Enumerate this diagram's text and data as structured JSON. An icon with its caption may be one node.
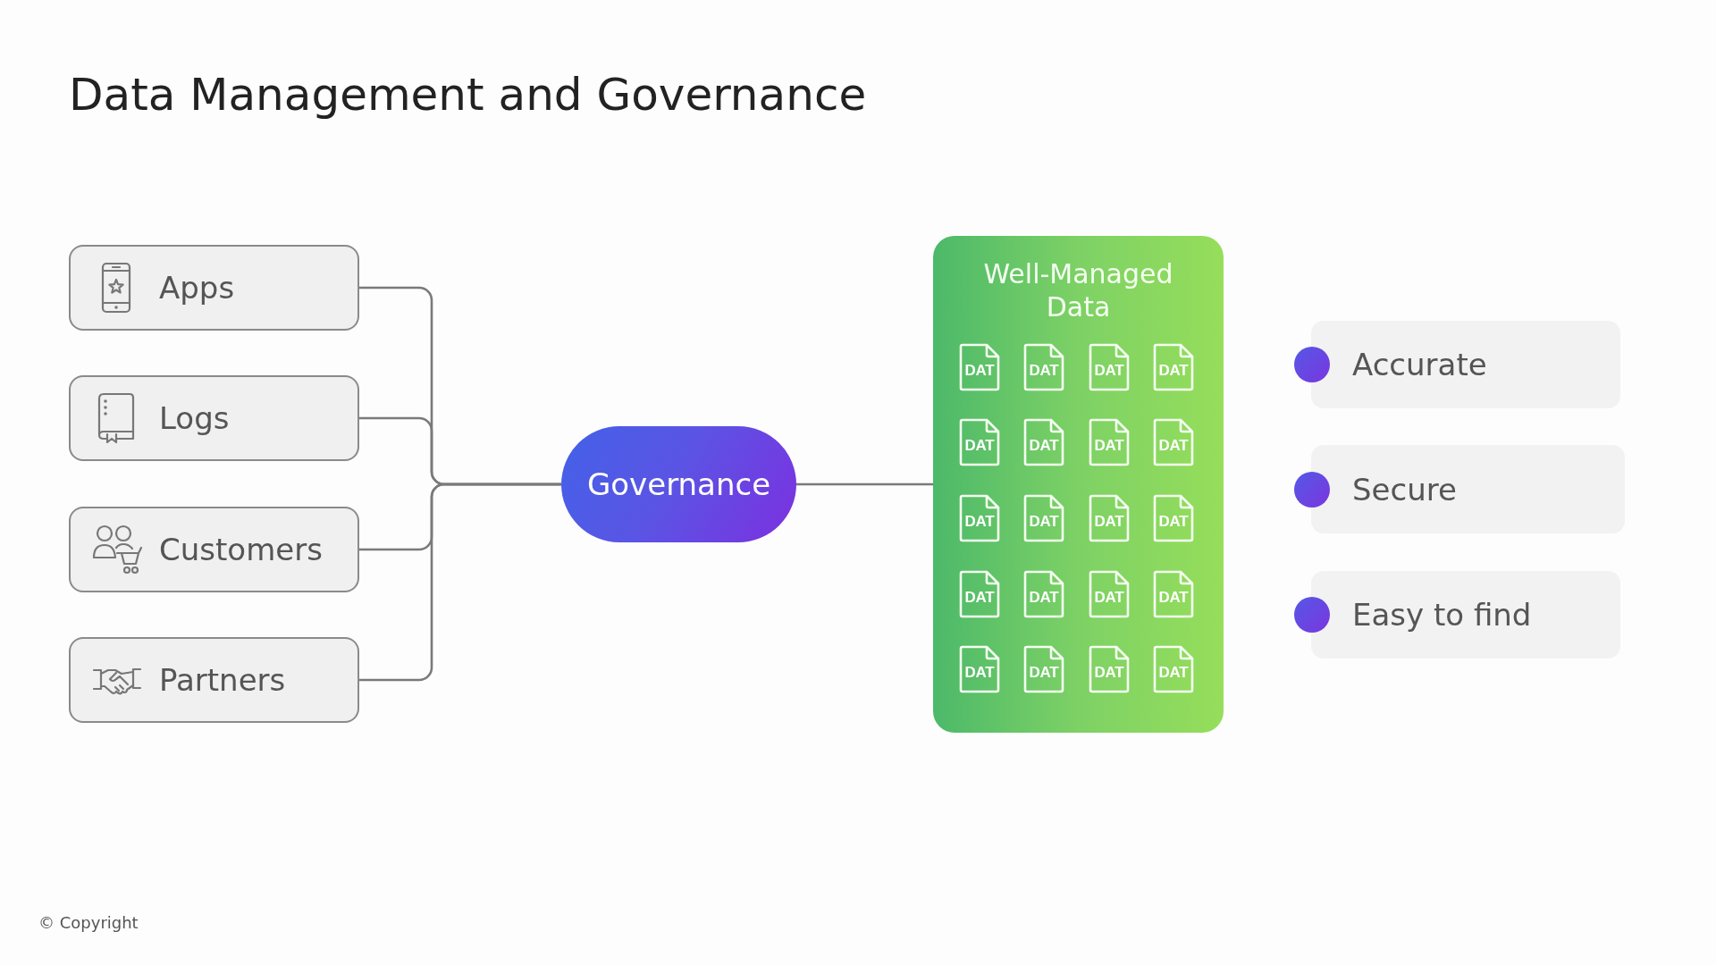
{
  "diagram": {
    "title": "Data Management and Governance",
    "nodes": [
      {
        "text": [
          "Apps"
        ]
      },
      {
        "text": [
          "Logs"
        ]
      },
      {
        "text": [
          "Customers"
        ]
      },
      {
        "text": [
          "Partners"
        ]
      },
      {
        "text": [
          "Governance"
        ]
      },
      {
        "text": [
          "Well-Managed Data"
        ]
      },
      {
        "text": [
          "Accurate"
        ]
      },
      {
        "text": [
          "Secure"
        ]
      },
      {
        "text": [
          "Easy to find"
        ]
      }
    ],
    "edges": [
      {
        "from": 0,
        "to": 4,
        "arrow": "none"
      },
      {
        "from": 1,
        "to": 4,
        "arrow": "none"
      },
      {
        "from": 2,
        "to": 4,
        "arrow": "none"
      },
      {
        "from": 3,
        "to": 4,
        "arrow": "none"
      },
      {
        "from": 4,
        "to": 5,
        "arrow": "none"
      }
    ],
    "labels": [
      "DAT",
      "DAT",
      "DAT",
      "DAT",
      "DAT",
      "DAT",
      "DAT",
      "DAT",
      "DAT",
      "DAT",
      "DAT",
      "DAT",
      "DAT",
      "DAT",
      "DAT",
      "DAT",
      "DAT",
      "DAT",
      "DAT",
      "DAT",
      "© Copyright"
    ]
  }
}
